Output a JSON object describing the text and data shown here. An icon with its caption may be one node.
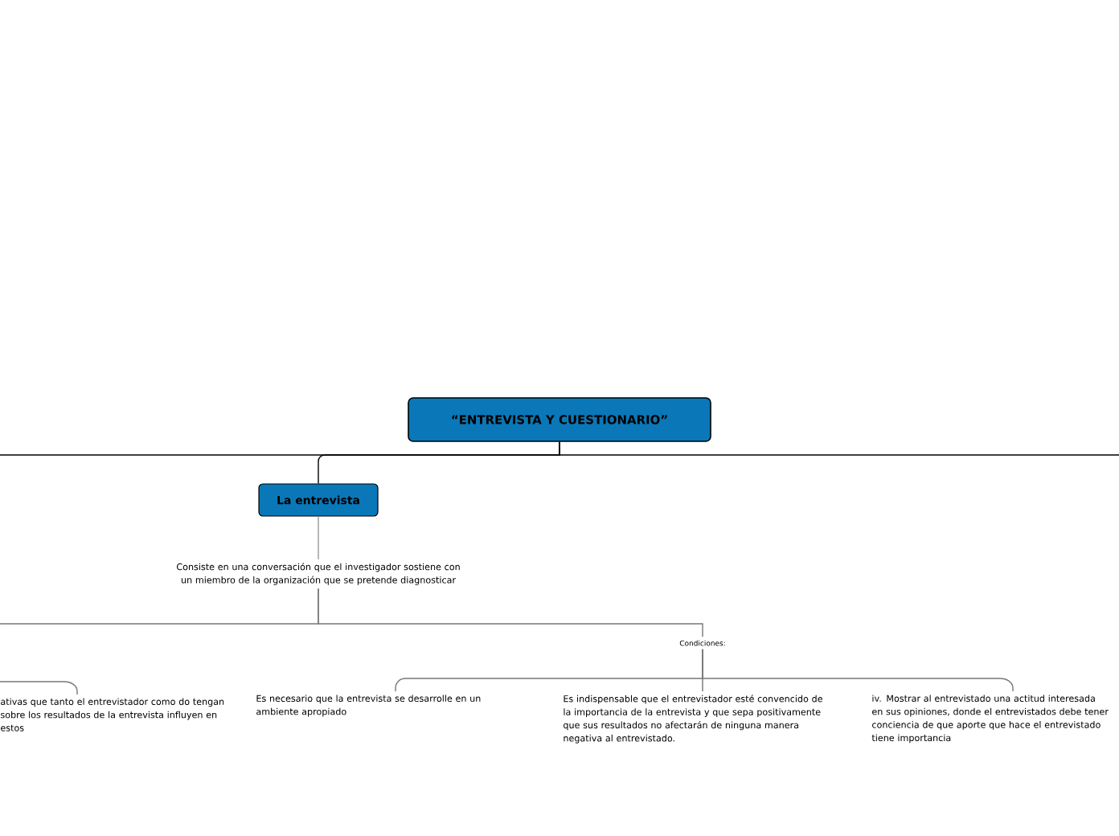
{
  "diagram": {
    "nodes": [
      {
        "text": [
          "“ENTREVISTA Y CUESTIONARIO”"
        ]
      },
      {
        "text": [
          "La entrevista"
        ]
      },
      {
        "text": [
          "Consiste en una conversación que el investigador sostiene con un miembro de la organización que se pretende diagnosticar"
        ]
      },
      {
        "text": [
          "Condiciones:"
        ]
      },
      {
        "text": [
          "ativas que tanto el entrevistador como do tengan sobre los resultados de la entrevista influyen en estos"
        ]
      },
      {
        "text": [
          "Es necesario que la entrevista se desarrolle en un ambiente apropiado"
        ]
      },
      {
        "text": [
          "Es indispensable que el entrevistador esté convencido de la importancia de la entrevista y que sepa positivamente que sus resultados no afectarán de ninguna manera negativa al entrevistado."
        ]
      },
      {
        "text": [
          "iv.     Mostrar al entrevistado una actitud interesada en sus opiniones, donde el entrevistados debe tener conciencia de que aporte que hace el entrevistado tiene importancia"
        ]
      }
    ],
    "edges": [
      {
        "from": 0,
        "to": null,
        "arrow": "none",
        "color": "#000000"
      },
      {
        "from": 0,
        "to": 1,
        "arrow": "none",
        "color": "#000000"
      },
      {
        "from": 0,
        "to": null,
        "arrow": "none",
        "color": "#000000"
      },
      {
        "from": 1,
        "to": 2,
        "arrow": "none",
        "color": "#999999"
      },
      {
        "from": 2,
        "to": null,
        "arrow": "none",
        "color": "#777777"
      },
      {
        "from": 2,
        "to": 3,
        "arrow": "none",
        "color": "#777777"
      },
      {
        "from": null,
        "to": 4,
        "arrow": "none",
        "color": "#777777"
      },
      {
        "from": 3,
        "to": 5,
        "arrow": "none",
        "color": "#777777"
      },
      {
        "from": 3,
        "to": 6,
        "arrow": "none",
        "color": "#777777"
      },
      {
        "from": 3,
        "to": 7,
        "arrow": "none",
        "color": "#777777"
      }
    ]
  }
}
